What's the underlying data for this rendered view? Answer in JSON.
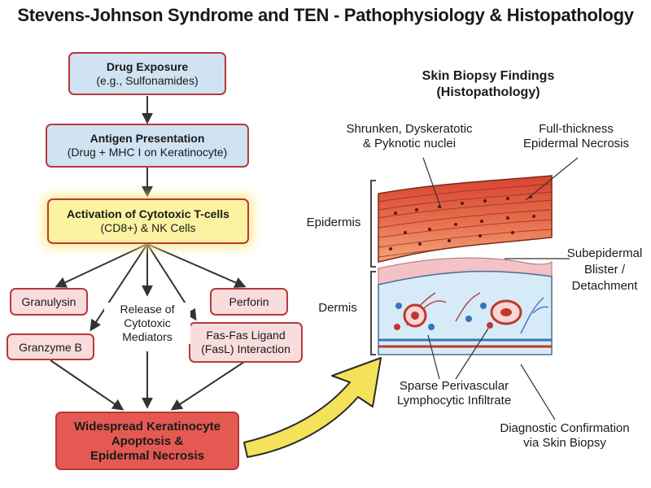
{
  "title": "Stevens-Johnson Syndrome and TEN - Pathophysiology & Histopathology",
  "flow": {
    "drug_exposure": {
      "title": "Drug Exposure",
      "sub": "(e.g., Sulfonamides)"
    },
    "antigen": {
      "title": "Antigen Presentation",
      "sub": "(Drug + MHC I on Keratinocyte)"
    },
    "activation": {
      "title": "Activation of Cytotoxic T-cells",
      "sub": "(CD8+) & NK Cells"
    },
    "granulysin": "Granulysin",
    "granzyme": "Granzyme B",
    "perforin": "Perforin",
    "fas": {
      "line1": "Fas-Fas Ligand",
      "line2": "(FasL) Interaction"
    },
    "release": {
      "line1": "Release of",
      "line2": "Cytotoxic",
      "line3": "Mediators"
    },
    "outcome": {
      "line1": "Widespread Keratinocyte",
      "line2": "Apoptosis &",
      "line3": "Epidermal Necrosis"
    }
  },
  "biopsy": {
    "heading1": "Skin Biopsy Findings",
    "heading2": "(Histopathology)",
    "shrunken1": "Shrunken, Dyskeratotic",
    "shrunken2": "& Pyknotic nuclei",
    "necrosis1": "Full-thickness",
    "necrosis2": "Epidermal Necrosis",
    "epidermis": "Epidermis",
    "dermis": "Dermis",
    "blister1": "Subepidermal",
    "blister2": "Blister /",
    "blister3": "Detachment",
    "infiltrate1": "Sparse Perivascular",
    "infiltrate2": "Lymphocytic Infiltrate",
    "diagnostic1": "Diagnostic Confirmation",
    "diagnostic2": "via Skin Biopsy"
  },
  "colors": {
    "box_border": "#b8393a",
    "blue_box": "#cfe3f2",
    "pink_box": "#f9dcdc",
    "yellow_box": "#fbf3a1",
    "outcome_box": "#e45a52",
    "epidermis": "#e8704f",
    "dermis": "#d6ebf7",
    "arrow_yellow": "#f3e25a"
  }
}
